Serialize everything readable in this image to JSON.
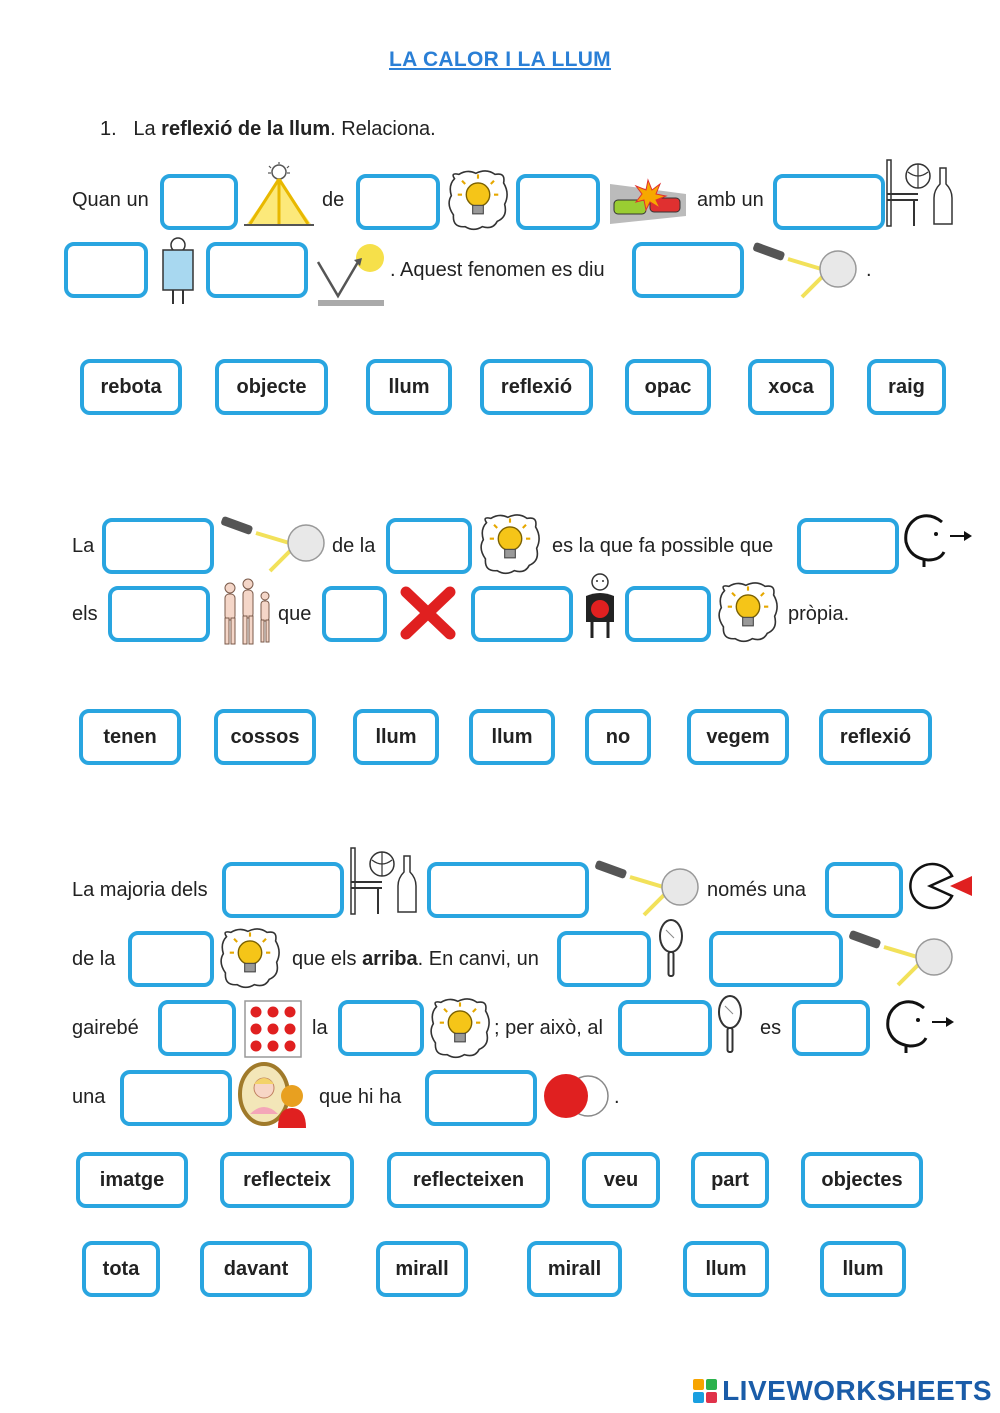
{
  "title": "LA CALOR I LA LLUM",
  "instruction": {
    "number": "1.",
    "pre": "La ",
    "bold": "reflexió de la llum",
    "post": ". Relaciona."
  },
  "section1": {
    "t1": "Quan un",
    "t2": "de",
    "t3": "amb un",
    "t4": ". Aquest fenomen es diu",
    "t5": ".",
    "options": [
      "rebota",
      "objecte",
      "llum",
      "reflexió",
      "opac",
      "xoca",
      "raig"
    ]
  },
  "section2": {
    "t1": "La",
    "t2": "de la",
    "t3": "es la que fa possible que",
    "t4": "els",
    "t5": "que",
    "t6": "pròpia.",
    "options": [
      "tenen",
      "cossos",
      "llum",
      "llum",
      "no",
      "vegem",
      "reflexió"
    ]
  },
  "section3": {
    "t1": "La majoria dels",
    "t2": "només una",
    "t3": "de la",
    "t4a": "que els ",
    "t4b": "arriba",
    "t4c": ". En canvi, un",
    "t5": "gairebé",
    "t6": "la",
    "t7": "; per això, al",
    "t8": "es",
    "t9": "una",
    "t10": "que hi ha",
    "t11": ".",
    "options_row1": [
      "imatge",
      "reflecteix",
      "reflecteixen",
      "veu",
      "part",
      "objectes"
    ],
    "options_row2": [
      "tota",
      "davant",
      "mirall",
      "mirall",
      "llum",
      "llum"
    ]
  },
  "footer": {
    "brand": "LIVEWORKSHEETS"
  },
  "colors": {
    "box_border": "#29a5e0",
    "title": "#2a7fd6",
    "accent_red": "#e02020",
    "bulb": "#f5c518"
  }
}
